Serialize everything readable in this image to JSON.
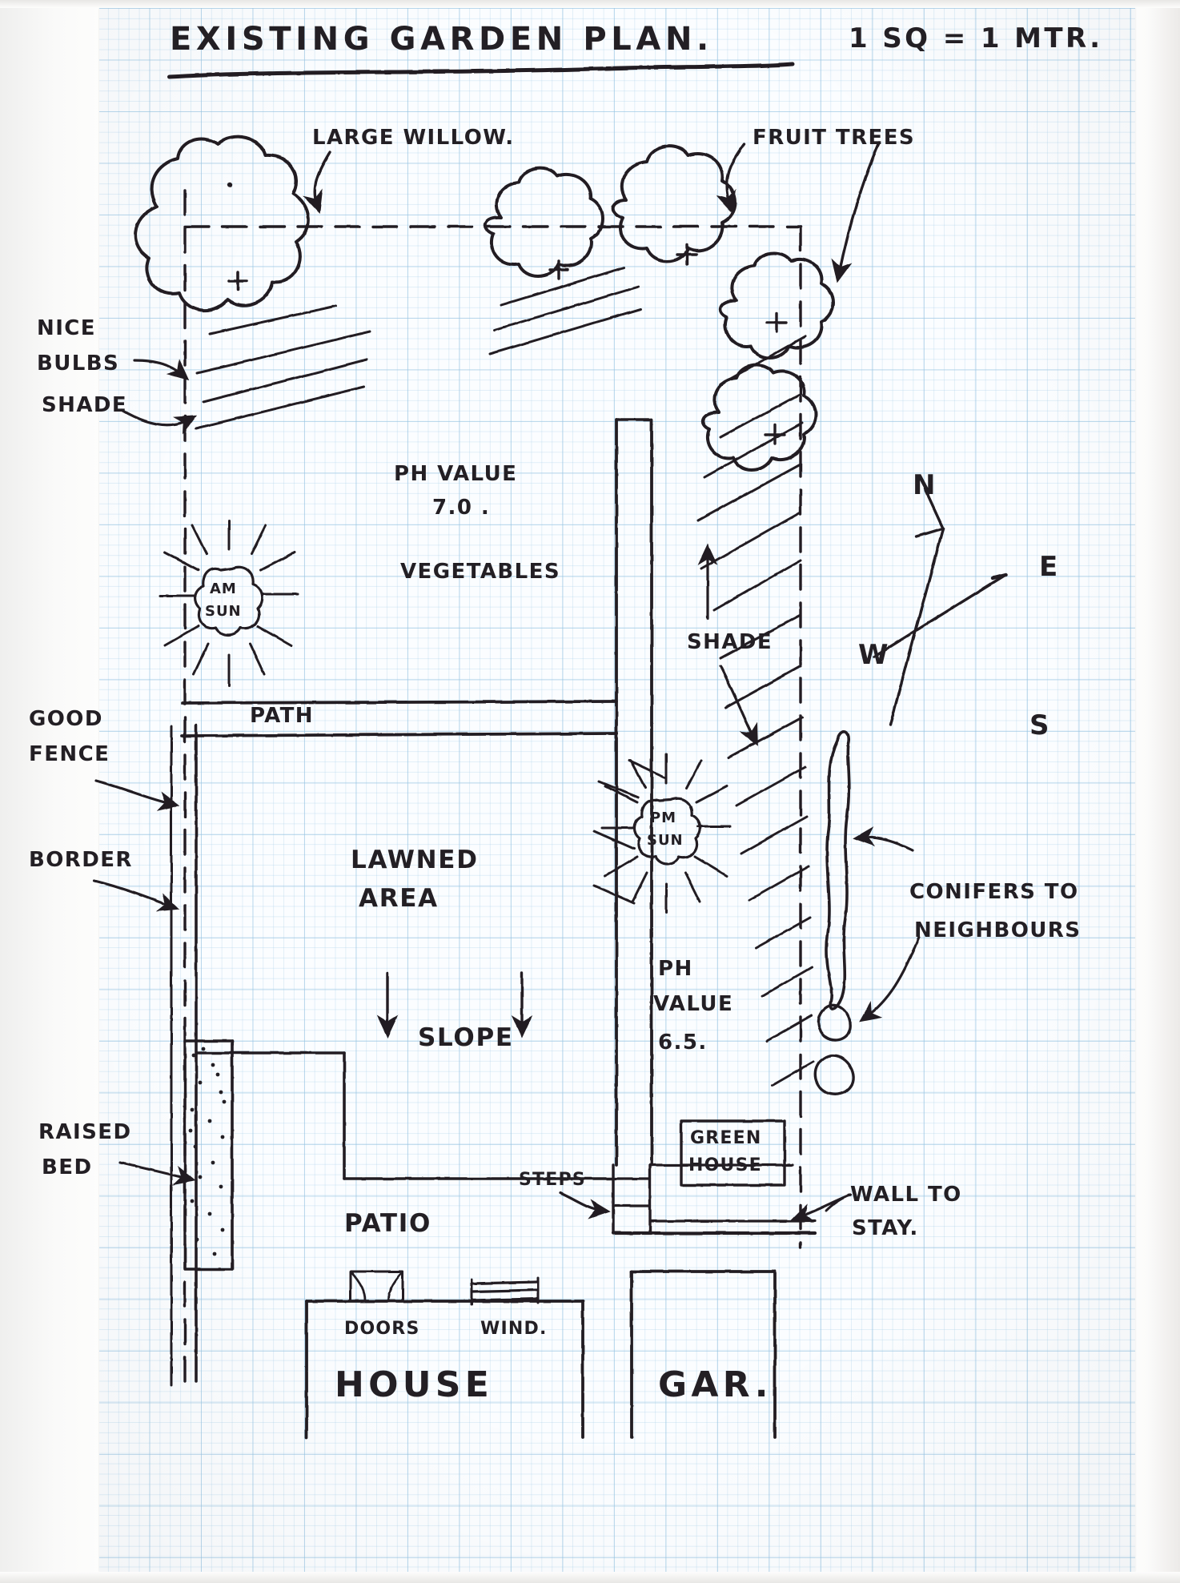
{
  "document": {
    "title": "EXISTING GARDEN PLAN.",
    "scale_note": "1 SQ = 1 MTR.",
    "medium": "hand-drawn ink on blue graph paper",
    "paper_color": "#fbfdff",
    "grid_color": "#96c3e1",
    "ink_color": "#231f24"
  },
  "annotations": {
    "large_willow": "LARGE WILLOW.",
    "fruit_trees": "FRUIT TREES",
    "nice": "NICE",
    "bulbs": "BULBS",
    "shade_left": "SHADE",
    "ph_value_top_label": "PH VALUE",
    "ph_value_top_number": "7.0 .",
    "vegetables": "VEGETABLES",
    "am_sun_line1": "AM",
    "am_sun_line2": "SUN",
    "pm_sun_line1": "PM",
    "pm_sun_line2": "SUN",
    "shade_right": "SHADE",
    "path": "PATH",
    "good": "GOOD",
    "fence": "FENCE",
    "border": "BORDER",
    "lawned": "LAWNED",
    "area": "AREA",
    "slope": "SLOPE",
    "ph_value_bottom_l1": "PH",
    "ph_value_bottom_l2": "VALUE",
    "ph_value_bottom_l3": "6.5.",
    "conifers_l1": "CONIFERS TO",
    "conifers_l2": "NEIGHBOURS",
    "raised": "RAISED",
    "bed": "BED",
    "patio": "PATIO",
    "steps": "STEPS",
    "greenhouse_l1": "GREEN",
    "greenhouse_l2": "HOUSE",
    "wall_to_stay_l1": "WALL TO",
    "wall_to_stay_l2": "STAY.",
    "doors": "DOORS",
    "window": "WIND.",
    "house": "HOUSE",
    "garage": "GAR."
  },
  "compass": {
    "north": "N",
    "east": "E",
    "west": "W",
    "south": "S"
  },
  "chart_data": {
    "type": "diagram",
    "title": "EXISTING GARDEN PLAN.",
    "subtitle": "1 SQ = 1 MTR.",
    "grid_scale_meters_per_square": 1,
    "features": [
      {
        "name": "LARGE WILLOW.",
        "kind": "tree",
        "count": 1,
        "location": "north-west corner"
      },
      {
        "name": "FRUIT TREES",
        "kind": "tree",
        "count": 4,
        "location": "north and north-east boundary"
      },
      {
        "name": "NICE BULBS SHADE",
        "kind": "note",
        "location": "west boundary under willow"
      },
      {
        "name": "PH VALUE 7.0 .",
        "kind": "soil-reading",
        "value": 7.0,
        "location": "vegetable bed"
      },
      {
        "name": "VEGETABLES",
        "kind": "bed",
        "location": "north centre"
      },
      {
        "name": "AM SUN",
        "kind": "sun-marker",
        "location": "west side of vegetable area"
      },
      {
        "name": "PM SUN",
        "kind": "sun-marker",
        "location": "east side near greenhouse"
      },
      {
        "name": "SHADE",
        "kind": "note",
        "count": 2,
        "location": "west boundary and east boundary"
      },
      {
        "name": "PATH",
        "kind": "path",
        "location": "across garden below vegetables"
      },
      {
        "name": "GOOD FENCE",
        "kind": "boundary",
        "location": "west"
      },
      {
        "name": "BORDER",
        "kind": "bed",
        "location": "west inside fence"
      },
      {
        "name": "LAWNED AREA",
        "kind": "lawn",
        "location": "centre"
      },
      {
        "name": "SLOPE",
        "kind": "gradient",
        "direction": "south (downhill toward house)"
      },
      {
        "name": "PH VALUE 6.5.",
        "kind": "soil-reading",
        "value": 6.5,
        "location": "east border"
      },
      {
        "name": "CONIFERS TO NEIGHBOURS",
        "kind": "hedge",
        "location": "east boundary"
      },
      {
        "name": "RAISED BED",
        "kind": "bed",
        "location": "south-west"
      },
      {
        "name": "PATIO",
        "kind": "hard-landscape",
        "location": "south, against house"
      },
      {
        "name": "STEPS",
        "kind": "hard-landscape",
        "location": "south centre"
      },
      {
        "name": "GREEN HOUSE",
        "kind": "structure",
        "location": "south-east"
      },
      {
        "name": "WALL TO STAY.",
        "kind": "boundary",
        "location": "south-east"
      },
      {
        "name": "HOUSE",
        "kind": "building",
        "location": "south",
        "openings": [
          "DOORS",
          "WIND."
        ]
      },
      {
        "name": "GAR.",
        "kind": "building",
        "location": "south-east"
      }
    ],
    "compass_points": [
      "N",
      "E",
      "W",
      "S"
    ],
    "compass_rotation_degrees": -22
  }
}
